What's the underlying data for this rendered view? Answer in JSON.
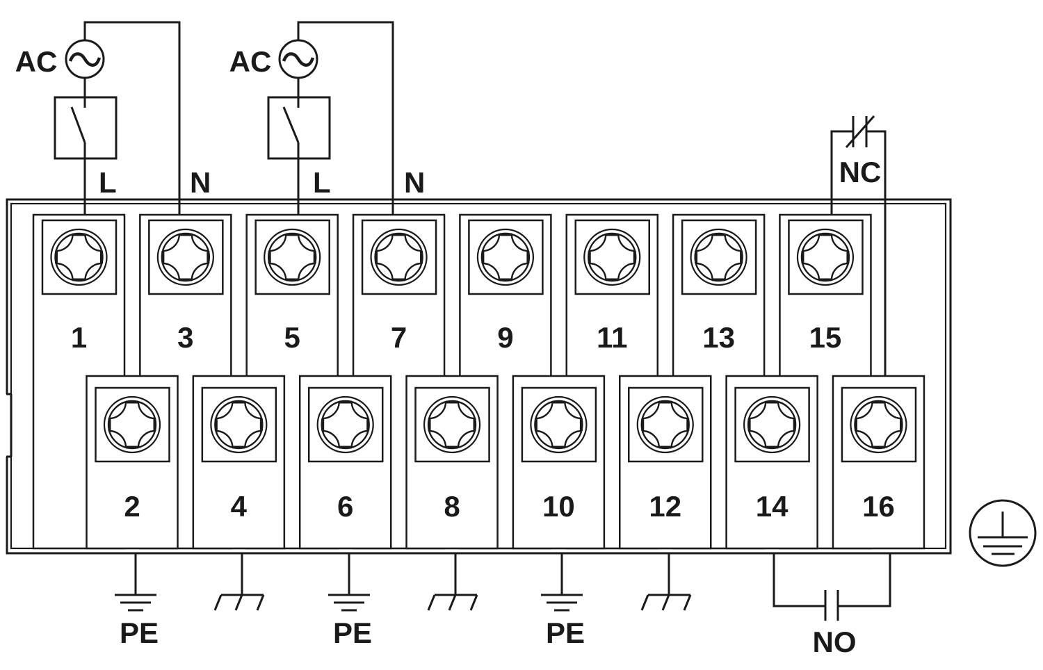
{
  "ac_sources": [
    {
      "label": "AC",
      "source_icon": "ac-source-icon",
      "switch_icon": "switch-icon",
      "line_label": "L",
      "neutral_label": "N",
      "line_terminal": "1",
      "neutral_terminal": "3"
    },
    {
      "label": "AC",
      "source_icon": "ac-source-icon",
      "switch_icon": "switch-icon",
      "line_label": "L",
      "neutral_label": "N",
      "line_terminal": "5",
      "neutral_terminal": "7"
    }
  ],
  "terminals": {
    "upper_row": [
      "1",
      "3",
      "5",
      "7",
      "9",
      "11",
      "13",
      "15"
    ],
    "lower_row": [
      "2",
      "4",
      "6",
      "8",
      "10",
      "12",
      "14",
      "16"
    ],
    "screw_icon": "screw-terminal-icon"
  },
  "contacts": {
    "nc": {
      "label": "NC",
      "type": "normally-closed",
      "terminals": [
        "15",
        "16"
      ]
    },
    "no": {
      "label": "NO",
      "type": "normally-open",
      "terminals": [
        "14",
        "16"
      ]
    }
  },
  "grounds": [
    {
      "terminal": "2",
      "type": "protective-earth",
      "label": "PE"
    },
    {
      "terminal": "4",
      "type": "chassis"
    },
    {
      "terminal": "6",
      "type": "protective-earth",
      "label": "PE"
    },
    {
      "terminal": "8",
      "type": "chassis"
    },
    {
      "terminal": "10",
      "type": "protective-earth",
      "label": "PE"
    },
    {
      "terminal": "12",
      "type": "chassis"
    }
  ],
  "earth_symbol": "protective-earth-icon",
  "colors": {
    "line": "#1a1a1a",
    "background": "#ffffff"
  }
}
